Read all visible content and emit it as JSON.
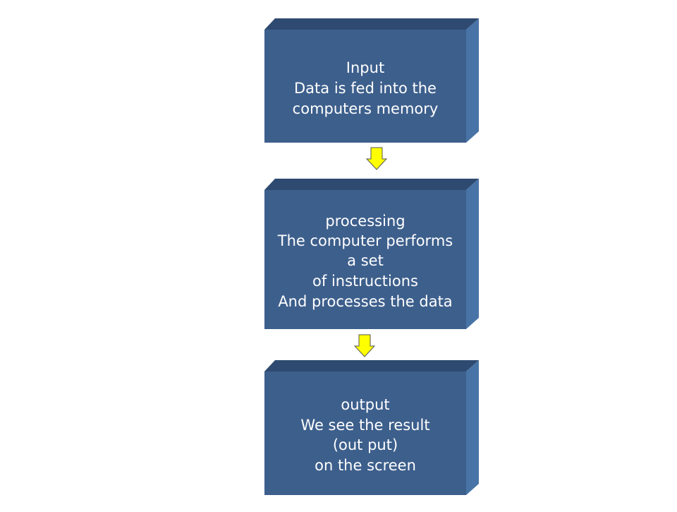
{
  "diagram": {
    "colors": {
      "box_front": "#3d5f8c",
      "box_top": "#2e4a70",
      "box_side": "#4873a6",
      "arrow_fill": "#ffff00",
      "arrow_stroke": "#555555"
    },
    "steps": [
      {
        "id": "input",
        "lines": [
          "Input",
          "Data is fed into the",
          "computers memory"
        ]
      },
      {
        "id": "processing",
        "lines": [
          "processing",
          "The computer  performs",
          "a set",
          "of instructions",
          "And processes the data"
        ]
      },
      {
        "id": "output",
        "lines": [
          "output",
          "We see the result",
          "(out put)",
          "on the screen"
        ]
      }
    ],
    "connectors": [
      {
        "from": "input",
        "to": "processing",
        "type": "down-arrow"
      },
      {
        "from": "processing",
        "to": "output",
        "type": "down-arrow"
      }
    ]
  }
}
